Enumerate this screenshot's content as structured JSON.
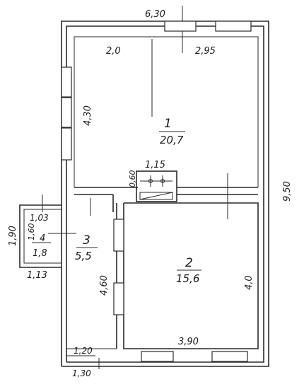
{
  "dimensions": {
    "top_width": "6,30",
    "room1_left_width": "2,0",
    "room1_right_width": "2,95",
    "room1_depth": "4,30",
    "overall_depth": "9,50",
    "stove_width": "1,15",
    "stove_depth": "0,60",
    "porch_depth": "1,90",
    "porch_inner_width": "1,03",
    "porch_inner_depth": "1,60",
    "porch_outer_width": "1,13",
    "corridor_depth": "4,60",
    "room2_width": "3,90",
    "room2_depth": "4,0",
    "corridor_inner_width": "1,20",
    "corridor_outer_width": "1,30"
  },
  "rooms": {
    "r1": {
      "number": "1",
      "area": "20,7"
    },
    "r2": {
      "number": "2",
      "area": "15,6"
    },
    "r3": {
      "number": "3",
      "area": "5,5"
    },
    "r4": {
      "number": "4",
      "area": "1,8"
    }
  },
  "colors": {
    "ink": "#2a2a2a",
    "paper": "#ffffff"
  }
}
